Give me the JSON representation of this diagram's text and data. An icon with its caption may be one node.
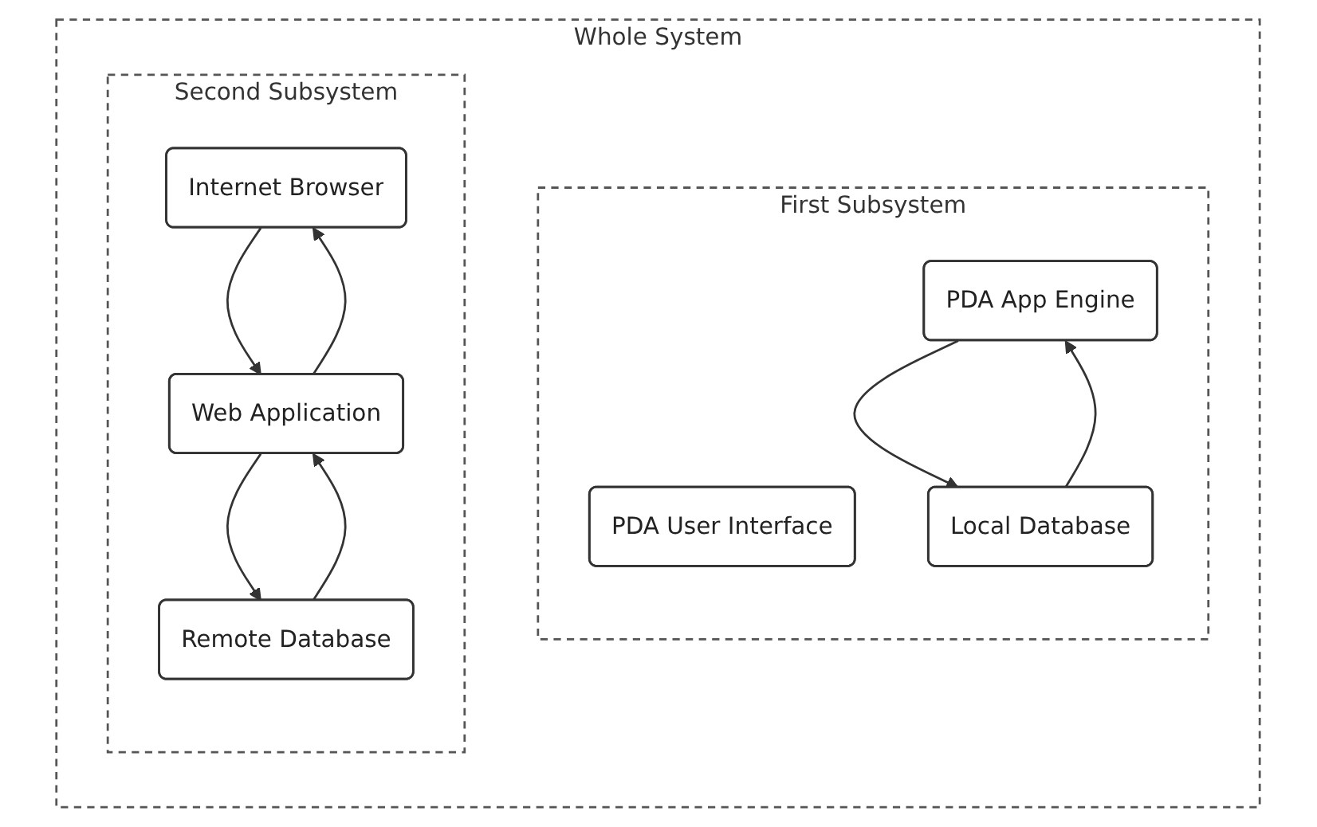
{
  "diagram": {
    "nodes": [
      {
        "text": [
          "Whole System"
        ]
      },
      {
        "text": [
          "First Subsystem"
        ],
        "in": 0
      },
      {
        "text": [
          "PDA User Interface"
        ],
        "in": 1
      },
      {
        "text": [
          "PDA App Engine"
        ],
        "in": 1
      },
      {
        "text": [
          "Local Database"
        ],
        "in": 1
      },
      {
        "text": [
          "Second Subsystem"
        ],
        "in": 0
      },
      {
        "text": [
          "Internet Browser"
        ],
        "in": 5
      },
      {
        "text": [
          "Web Application"
        ],
        "in": 5
      },
      {
        "text": [
          "Remote Database"
        ],
        "in": 5
      }
    ],
    "edges": [
      {
        "from": 3,
        "to": 4,
        "arrow": "to"
      },
      {
        "from": 4,
        "to": 3,
        "arrow": "to"
      },
      {
        "from": 6,
        "to": 7,
        "arrow": "to"
      },
      {
        "from": 7,
        "to": 6,
        "arrow": "to"
      },
      {
        "from": 7,
        "to": 8,
        "arrow": "to"
      },
      {
        "from": 8,
        "to": 7,
        "arrow": "to"
      }
    ]
  }
}
